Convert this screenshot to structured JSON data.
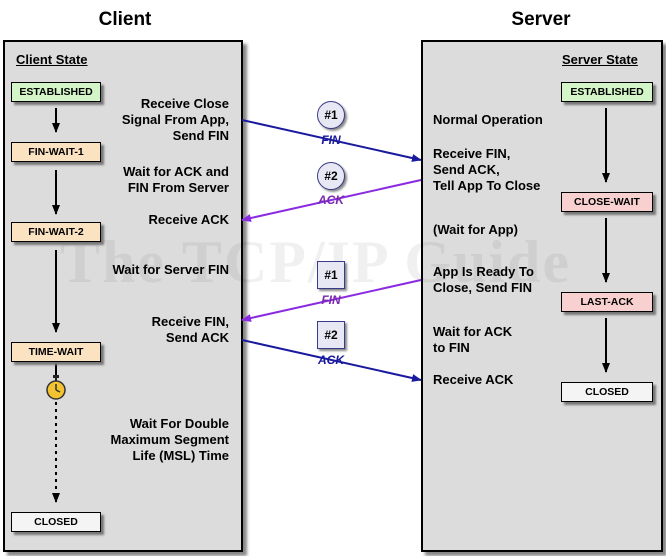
{
  "headers": {
    "client": "Client",
    "server": "Server"
  },
  "watermark": "The TCP/IP Guide",
  "client": {
    "state_label": "Client State",
    "states": {
      "established": "ESTABLISHED",
      "fin_wait_1": "FIN-WAIT-1",
      "fin_wait_2": "FIN-WAIT-2",
      "time_wait": "TIME-WAIT",
      "closed": "CLOSED"
    },
    "text": {
      "receive_close": [
        "Receive Close",
        "Signal From App,",
        "Send FIN"
      ],
      "wait_ack_fin": [
        "Wait for ACK and",
        "FIN From Server"
      ],
      "receive_ack": "Receive ACK",
      "wait_server_fin": "Wait for Server FIN",
      "receive_fin_send_ack": [
        "Receive FIN,",
        "Send ACK"
      ],
      "wait_msl": [
        "Wait For Double",
        "Maximum Segment",
        "Life (MSL) Time"
      ]
    }
  },
  "server": {
    "state_label": "Server State",
    "states": {
      "established": "ESTABLISHED",
      "close_wait": "CLOSE-WAIT",
      "last_ack": "LAST-ACK",
      "closed": "CLOSED"
    },
    "text": {
      "normal": "Normal Operation",
      "receive_fin": [
        "Receive FIN,",
        "Send ACK,",
        "Tell App To Close"
      ],
      "wait_app": "(Wait for App)",
      "app_ready": [
        "App Is Ready To",
        "Close, Send FIN"
      ],
      "wait_ack_fin": [
        "Wait for ACK",
        "to FIN"
      ],
      "receive_ack": "Receive ACK"
    }
  },
  "messages": {
    "m1": {
      "badge": "#1",
      "label": "FIN"
    },
    "m2": {
      "badge": "#2",
      "label": "ACK"
    },
    "m3": {
      "badge": "#1",
      "label": "FIN"
    },
    "m4": {
      "badge": "#2",
      "label": "ACK"
    }
  },
  "colors": {
    "panel": "#dcdcdc",
    "established": "#d4f5c8",
    "wait_state": "#fbe3c2",
    "server_wait": "#f9d0d0",
    "closed": "#f4f4f4",
    "blue_arrow": "#1a1a9e",
    "purple_arrow": "#8a2be2"
  },
  "icons": {
    "timer": "stopwatch-icon"
  }
}
